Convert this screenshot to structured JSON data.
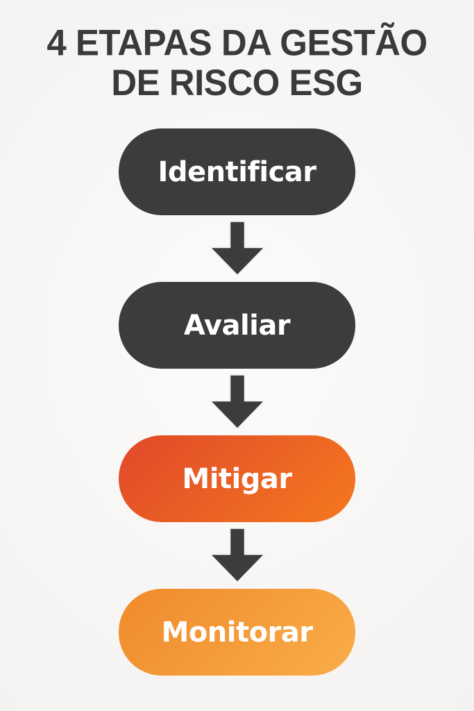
{
  "title": {
    "line1": "4 ETAPAS DA GESTÃO",
    "line2": "DE RISCO ESG"
  },
  "steps": [
    {
      "label": "Identificar",
      "style": "dark"
    },
    {
      "label": "Avaliar",
      "style": "dark"
    },
    {
      "label": "Mitigar",
      "style": "grad-red"
    },
    {
      "label": "Monitorar",
      "style": "grad-orange"
    }
  ],
  "colors": {
    "background_center": "#fcfbfa",
    "background_edge": "#f1f0ee",
    "title_text": "#3a3a3a",
    "dark_pill": "#3c3c3c",
    "pill_text": "#ffffff",
    "mitigar_gradient_start": "#e0492a",
    "mitigar_gradient_end": "#f5781f",
    "monitorar_gradient_start": "#f08a2b",
    "monitorar_gradient_end": "#f9ad49",
    "arrow_fill": "#3b3c3c",
    "arrow_outline": "#f6f5f3"
  }
}
